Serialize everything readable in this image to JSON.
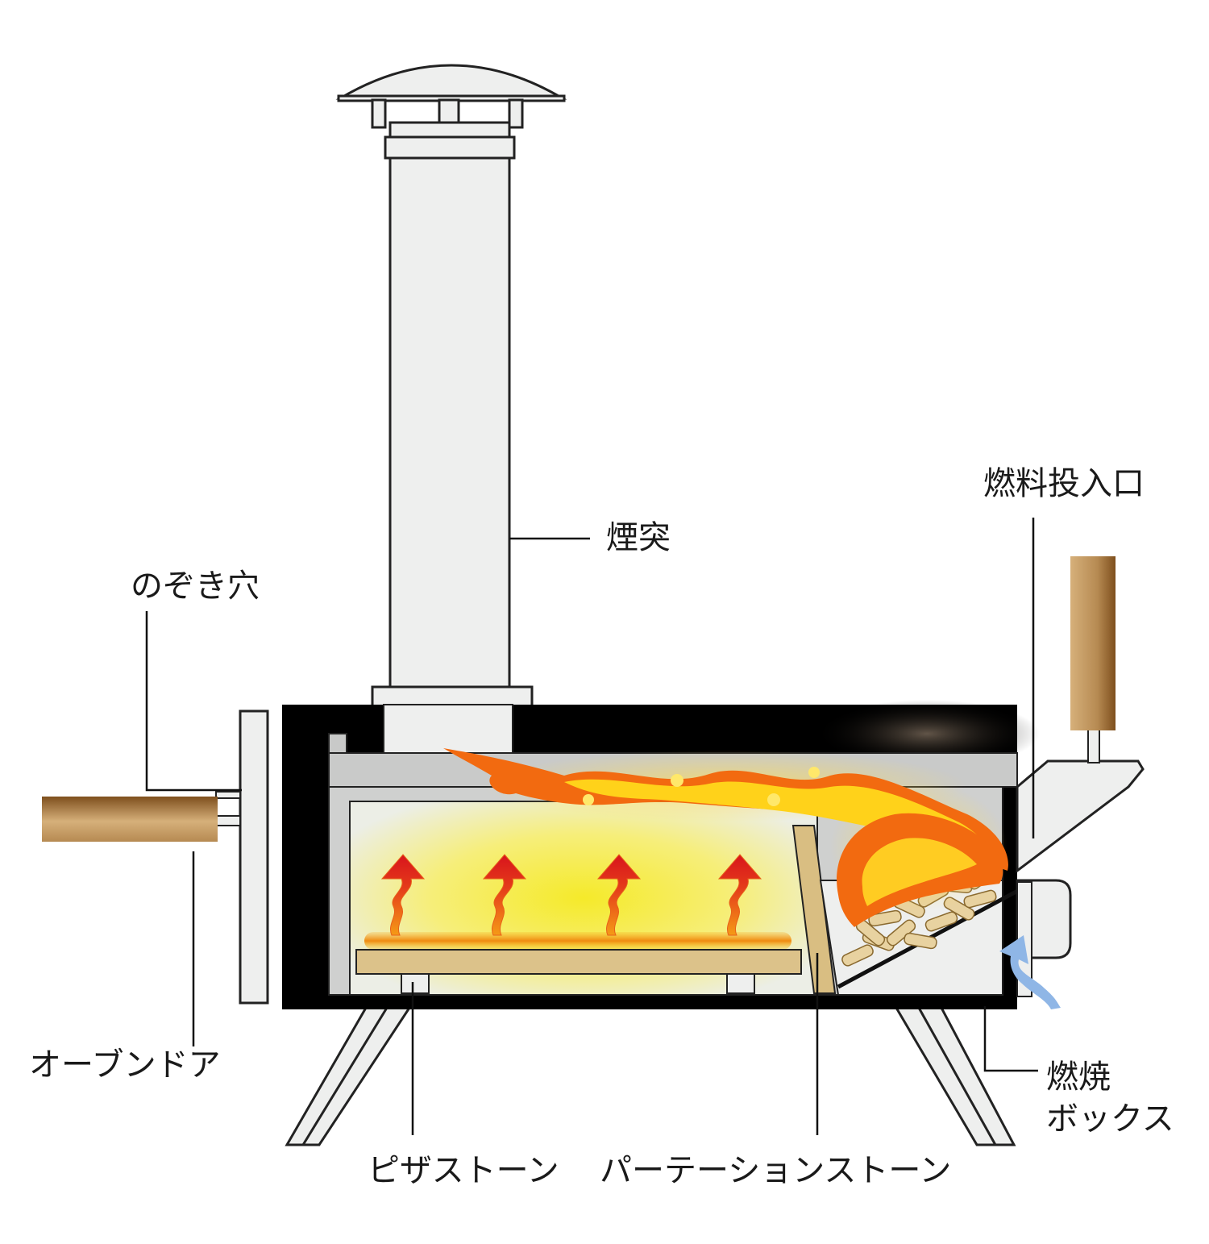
{
  "labels": {
    "chimney": "煙突",
    "peephole": "のぞき穴",
    "fuel_inlet": "燃料投入口",
    "oven_door": "オーブンドア",
    "combustion_box_line1": "燃焼",
    "combustion_box_line2": "ボックス",
    "pizza_stone": "ピザストーン",
    "partition_stone": "パーテーションストーン"
  },
  "colors": {
    "steel": "#eeefee",
    "outline": "#222222",
    "body_black": "#000000",
    "flame_orange": "#f26a10",
    "flame_yellow": "#ffd21a",
    "heat_yellow": "#f5e93a",
    "heat_arrow_red": "#d8141c",
    "wood_light": "#c8a066",
    "wood_dark": "#8a5a24",
    "air_arrow_blue": "#8fb6e6"
  }
}
